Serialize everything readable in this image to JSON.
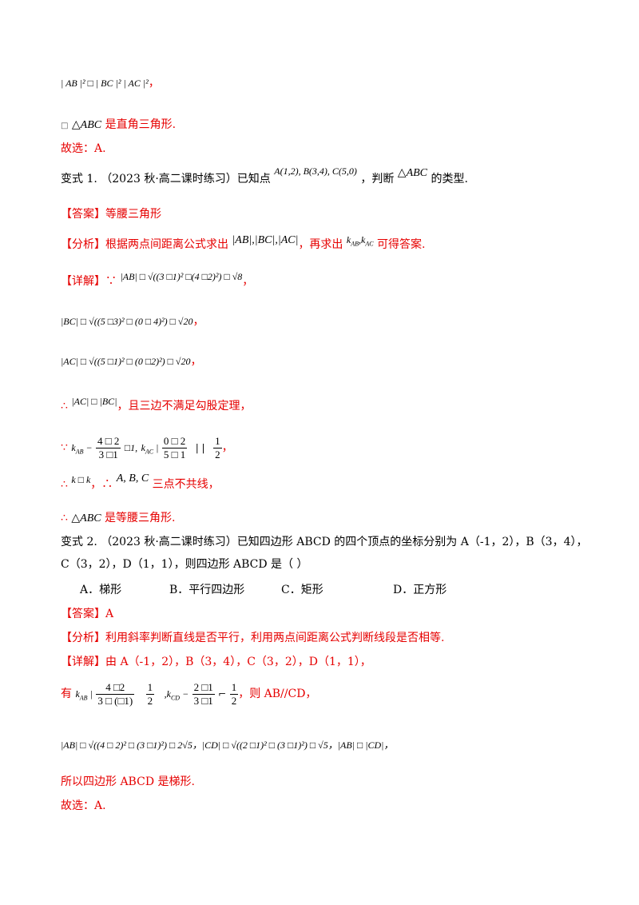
{
  "lines": {
    "l1_math": "| AB |² □ | BC |² | AC |²",
    "l1_punct": "，",
    "l2_prefix": "□",
    "l2_tri": "△ABC",
    "l2_text": " 是直角三角形.",
    "l3": "故选：A.",
    "v1_label": "变式 1.",
    "v1_src": "（2023 秋·高二课时练习）已知点",
    "v1_points": "A(1,2), B(3,4), C(5,0)",
    "v1_mid": "，判断",
    "v1_tri": "△ABC",
    "v1_end": "的类型.",
    "ans1_tag": "【答案】",
    "ans1_val": "等腰三角形",
    "fx1_tag": "【分析】",
    "fx1_a": "根据两点间距离公式求出",
    "fx1_math": "|AB|,|BC|,|AC|",
    "fx1_b": "，再求出",
    "fx1_k": "k",
    "fx1_kab": "AB",
    "fx1_kac": "AC",
    "fx1_c": "可得答案.",
    "xj1_tag": "【详解】∵",
    "xj1_ab": "|AB| □ √((3 □1)² □(4 □2)²) □ √8",
    "xj1_bc": "|BC| □ √((5 □3)² □ (0 □ 4)²) □ √20",
    "xj1_ac": "|AC| □ √((5 □1)² □ (0 □2)²) □ √20",
    "comma": "，",
    "th1_a": "∴",
    "th1_math": "|AC| □ |BC|",
    "th1_b": "，且三边不满足勾股定理，",
    "k_line_because": "∵",
    "k_ab_lhs": "k",
    "k_ab_sub": "AB",
    "k_ab_num": "4 □ 2",
    "k_ab_den": "3 □1",
    "k_ab_res": "□1,",
    "k_ac_sub": "AC",
    "k_ac_num": "0 □ 2",
    "k_ac_den": "5 □ 1",
    "k_ac_half_num": "1",
    "k_ac_half_den": "2",
    "th2_a": "∴",
    "th2_math": "k  □ k",
    "th2_b": "，∴",
    "th2_pts": "A, B, C",
    "th2_c": "三点不共线，",
    "th3_a": "∴",
    "th3_tri": "△ABC",
    "th3_b": " 是等腰三角形.",
    "v2_line1": "变式 2.  （2023 秋·高二课时练习）已知四边形 ABCD 的四个顶点的坐标分别为 A（-1，2），B（3，4），",
    "v2_line2": "C（3，2），D（1，1），则四边形 ABCD 是（     ）",
    "opt_a": "A．梯形",
    "opt_b": "B．平行四边形",
    "opt_c": "C．矩形",
    "opt_d": "D．正方形",
    "ans2_tag": "【答案】",
    "ans2_val": "A",
    "fx2_tag": "【分析】",
    "fx2_val": "利用斜率判断直线是否平行，利用两点间距离公式判断线段是否相等.",
    "xj2_tag": "【详解】",
    "xj2_val": "由 A（-1，2），B（3，4），C（3，2），D（1，1），",
    "you": "有",
    "k2_ab_num": "4 □2",
    "k2_ab_den": "3 □ (□1)",
    "k2_half_num": "1",
    "k2_half_den": "2",
    "k2_cd_sub": "CD",
    "k2_cd_num": "2 □1",
    "k2_cd_den": "3 □1",
    "k2_end": "，则 AB//CD，",
    "dist2": "|AB| □ √((4 □ 2)² □ (3 □1)²) □ 2√5，|CD| □ √((2 □1)² □ (3 □1)²) □ √5，|AB| □ |CD|，",
    "concl": "所以四边形 ABCD 是梯形.",
    "final": "故选：A."
  }
}
